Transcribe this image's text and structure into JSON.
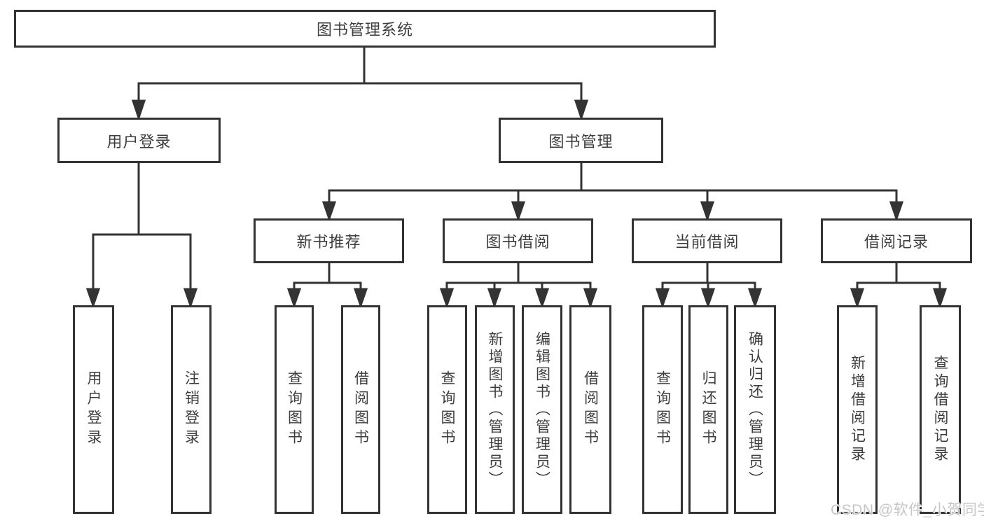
{
  "tree": {
    "label": "图书管理系统",
    "children": [
      {
        "label": "用户登录",
        "children": [
          {
            "label": "用户登录"
          },
          {
            "label": "注销登录"
          }
        ]
      },
      {
        "label": "图书管理",
        "children": [
          {
            "label": "新书推荐",
            "children": [
              {
                "label": "查询图书"
              },
              {
                "label": "借阅图书"
              }
            ]
          },
          {
            "label": "图书借阅",
            "children": [
              {
                "label": "查询图书"
              },
              {
                "label": "新增图书（管理员）"
              },
              {
                "label": "编辑图书（管理员）"
              },
              {
                "label": "借阅图书"
              }
            ]
          },
          {
            "label": "当前借阅",
            "children": [
              {
                "label": "查询图书"
              },
              {
                "label": "归还图书"
              },
              {
                "label": "确认归还（管理员）"
              }
            ]
          },
          {
            "label": "借阅记录",
            "children": [
              {
                "label": "新增借阅记录"
              },
              {
                "label": "查询借阅记录"
              }
            ]
          }
        ]
      }
    ]
  },
  "watermark": {
    "text": "CSDN @软件_小贺同学"
  },
  "colors": {
    "line": "#333333",
    "box_border": "#333333",
    "text": "#3d3d3d",
    "watermark": "#c6c6c6",
    "background": "#ffffff"
  }
}
